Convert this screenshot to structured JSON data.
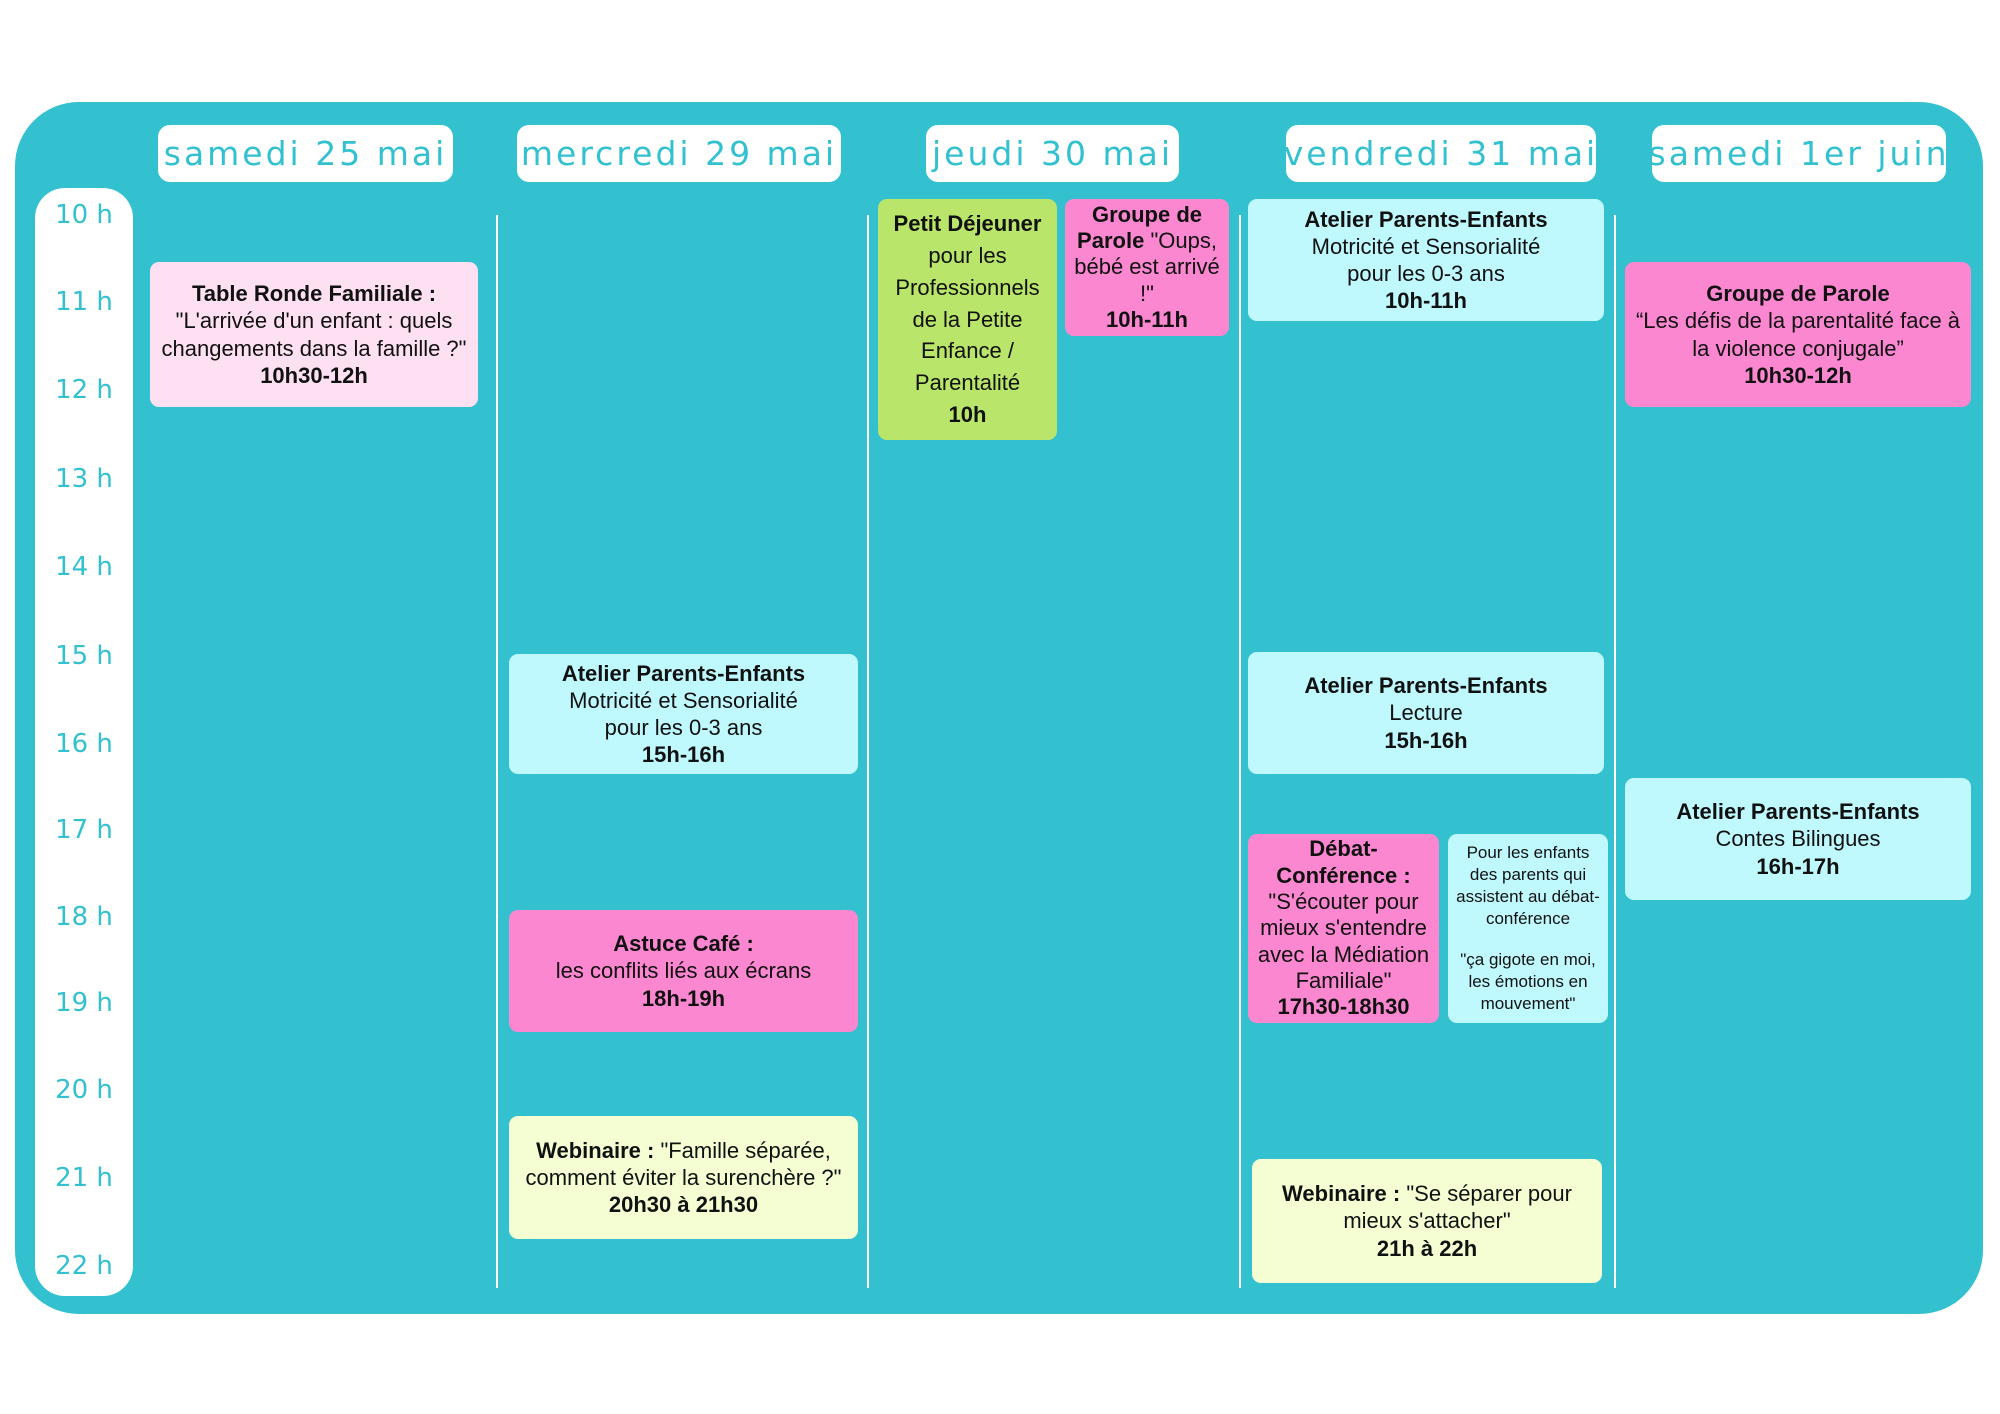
{
  "days": [
    "samedi 25 mai",
    "mercredi 29 mai",
    "jeudi 30 mai",
    "vendredi 31 mai",
    "samedi 1er juin"
  ],
  "hours": [
    "10 h",
    "11 h",
    "12 h",
    "13 h",
    "14 h",
    "15 h",
    "16 h",
    "17 h",
    "18 h",
    "19 h",
    "20 h",
    "21 h",
    "22 h"
  ],
  "events": {
    "sat25_table": {
      "title": "Table Ronde Familiale :",
      "text": "\"L'arrivée d'un enfant : quels changements dans la famille ?\"",
      "time": "10h30-12h"
    },
    "wed_atelier": {
      "title": "Atelier Parents-Enfants",
      "line1": "Motricité et Sensorialité",
      "line2": "pour les 0-3 ans",
      "time": "15h-16h"
    },
    "wed_astuce": {
      "title": "Astuce Café :",
      "text": "les conflits liés aux écrans",
      "time": "18h-19h"
    },
    "wed_webinaire": {
      "title": "Webinaire :",
      "text": "\"Famille séparée, comment éviter la surenchère ?\"",
      "time": "20h30 à 21h30"
    },
    "thu_petit": {
      "title": "Petit Déjeuner",
      "text": "pour les Professionnels de la Petite Enfance / Parentalité",
      "time": "10h"
    },
    "thu_groupe": {
      "title": "Groupe de Parole",
      "text": "\"Oups, bébé est arrivé !\"",
      "time": "10h-11h"
    },
    "fri_atelier1": {
      "title": "Atelier Parents-Enfants",
      "line1": "Motricité et Sensorialité",
      "line2": "pour les 0-3 ans",
      "time": "10h-11h"
    },
    "fri_atelier2": {
      "title": "Atelier Parents-Enfants",
      "text": "Lecture",
      "time": "15h-16h"
    },
    "fri_debat": {
      "title": "Débat-Conférence :",
      "text": "\"S'écouter pour mieux s'entendre avec la Médiation Familiale\"",
      "time": "17h30-18h30"
    },
    "fri_enfants": {
      "text1": "Pour les enfants des parents qui assistent au débat-conférence",
      "text2": "\"ça gigote en moi, les émotions en mouvement\""
    },
    "fri_webinaire": {
      "title": "Webinaire :",
      "text": "\"Se séparer pour mieux s'attacher\"",
      "time": "21h à 22h"
    },
    "sat1_groupe": {
      "title": "Groupe de Parole",
      "text": "“Les défis de la parentalité face à la violence conjugale”",
      "time": "10h30-12h"
    },
    "sat1_atelier": {
      "title": "Atelier Parents-Enfants",
      "text": "Contes Bilingues",
      "time": "16h-17h"
    }
  }
}
